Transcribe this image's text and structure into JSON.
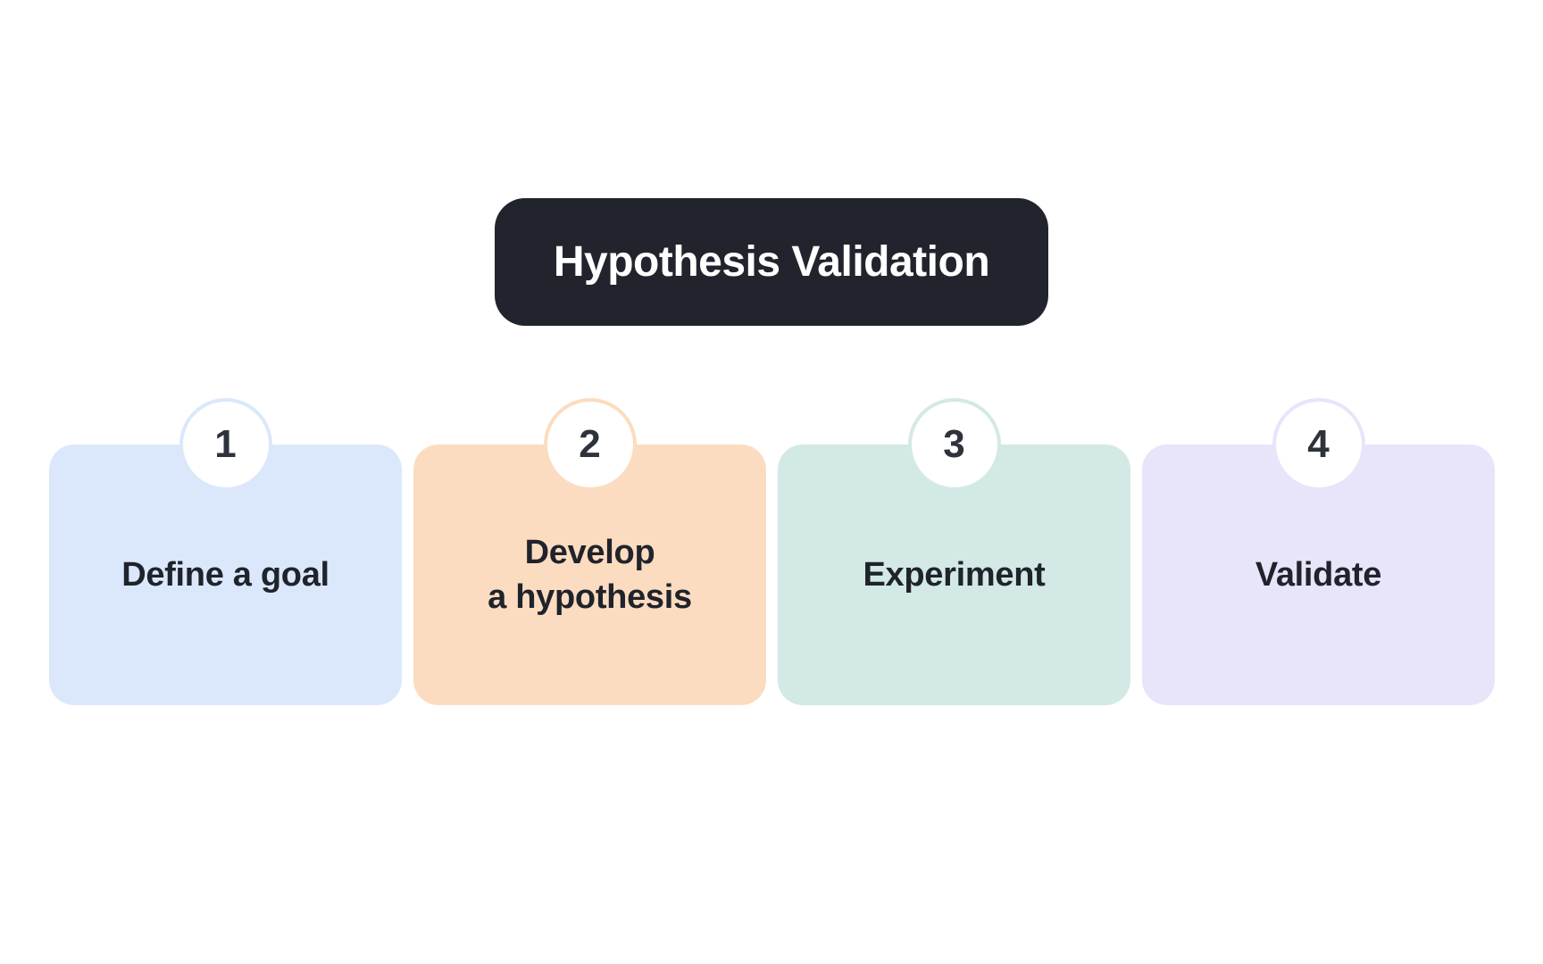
{
  "page": {
    "background": "#ffffff"
  },
  "title": {
    "label": "Hypothesis Validation",
    "background": "#22242d",
    "text_color": "#ffffff"
  },
  "colors": {
    "step_number": "#2e323c",
    "step_label": "#1f232b"
  },
  "steps": [
    {
      "number": "1",
      "label": "Define a goal",
      "card_color": "#dbe8fb",
      "ring_color": "#dbe8fb"
    },
    {
      "number": "2",
      "label": "Develop\na hypothesis",
      "card_color": "#fcdcc0",
      "ring_color": "#fcdcc0"
    },
    {
      "number": "3",
      "label": "Experiment",
      "card_color": "#d3e9e5",
      "ring_color": "#d3e9e5"
    },
    {
      "number": "4",
      "label": "Validate",
      "card_color": "#e8e4fa",
      "ring_color": "#e8e4fa"
    }
  ]
}
